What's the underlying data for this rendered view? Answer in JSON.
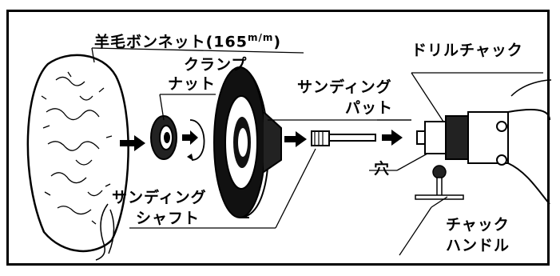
{
  "labels": {
    "wool_bonnet": "羊毛ボンネット(165",
    "wool_bonnet_unit": "m/m",
    "wool_bonnet_close": ")",
    "clamp_nut_line1": "クランプ",
    "clamp_nut_line2": "ナット",
    "sanding_pad_line1": "サンディング",
    "sanding_pad_line2": "パット",
    "drill_chuck": "ドリルチャック",
    "hole": "穴",
    "sanding_shaft_line1": "サンディング",
    "sanding_shaft_line2": "シャフト",
    "chuck_handle_line1": "チャック",
    "chuck_handle_line2": "ハンドル"
  },
  "colors": {
    "ink": "#000000",
    "paper": "#ffffff"
  }
}
